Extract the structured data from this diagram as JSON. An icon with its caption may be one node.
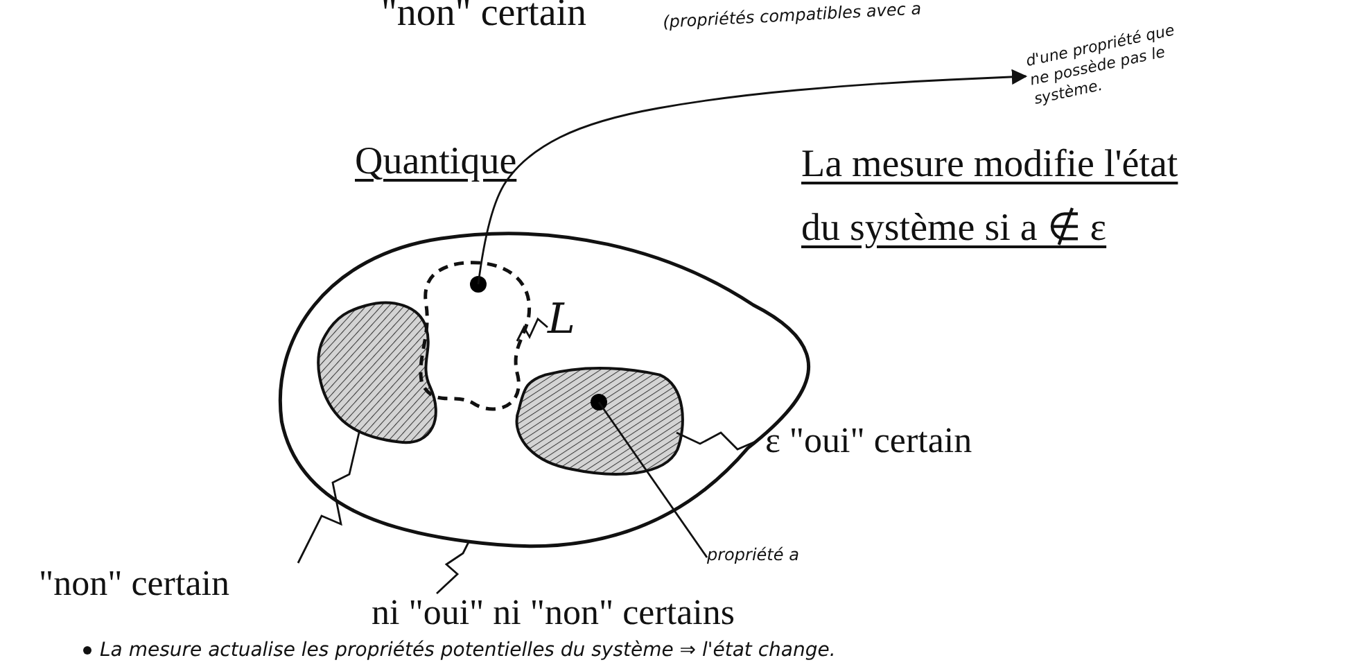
{
  "diagram": {
    "nodes": [
      {
        "text": [],
        "shape": "blob"
      },
      {
        "text": [],
        "shape": "blob",
        "in": 0
      },
      {
        "text": [],
        "shape": "blob",
        "in": 0
      },
      {
        "text": [],
        "shape": "blob",
        "in": 0
      },
      {
        "text": [],
        "shape": "circle",
        "in": 2
      },
      {
        "text": [],
        "shape": "circle",
        "in": 3
      },
      {
        "text": [
          "L"
        ],
        "in": 0
      },
      {
        "text": [
          "ε \"oui\" certain"
        ]
      },
      {
        "text": [
          "\"non\" certain"
        ]
      },
      {
        "text": [
          "ni \"oui\" ni \"non\" certains"
        ]
      },
      {
        "text": [
          "propriété a"
        ]
      },
      {
        "text": [
          "d'une propriété que ne possède pas le système."
        ]
      }
    ],
    "edges": [
      {
        "from": 6,
        "to": 2,
        "arrow": "none"
      },
      {
        "from": 7,
        "to": 3,
        "arrow": "none"
      },
      {
        "from": 8,
        "to": 1,
        "arrow": "none"
      },
      {
        "from": 9,
        "to": 0,
        "arrow": "none"
      },
      {
        "from": 10,
        "to": 5,
        "arrow": "none"
      },
      {
        "from": 4,
        "to": 11,
        "arrow": "to"
      }
    ],
    "labels": [
      "\"non\" certain",
      "(propriétés compatibles avec a",
      "Quantique",
      "La mesure modifie l'état du système si a ∉ ε",
      "La mesure actualise les propriétés potentielles du système ⇒ l'état change."
    ]
  }
}
